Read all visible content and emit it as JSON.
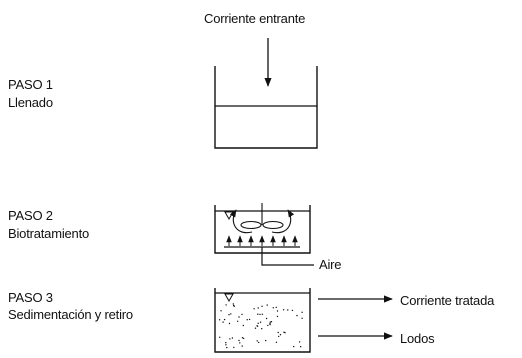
{
  "header": {
    "incoming_stream": "Corriente entrante"
  },
  "steps": [
    {
      "number": "PASO 1",
      "name": "Llenado"
    },
    {
      "number": "PASO 2",
      "name": "Biotratamiento"
    },
    {
      "number": "PASO 3",
      "name": "Sedimentación y retiro"
    }
  ],
  "labels": {
    "air": "Aire",
    "treated_stream": "Corriente tratada",
    "sludge": "Lodos"
  },
  "colors": {
    "ink": "#111111",
    "background": "#ffffff"
  }
}
